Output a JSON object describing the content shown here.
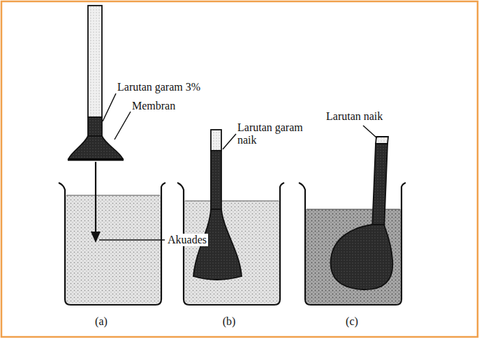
{
  "diagram": {
    "labels": [
      "Larutan garam 3%",
      "Membran",
      "Akuades",
      "Larutan garam naik",
      "Larutan naik",
      "(a)",
      "(b)",
      "(c)"
    ]
  }
}
